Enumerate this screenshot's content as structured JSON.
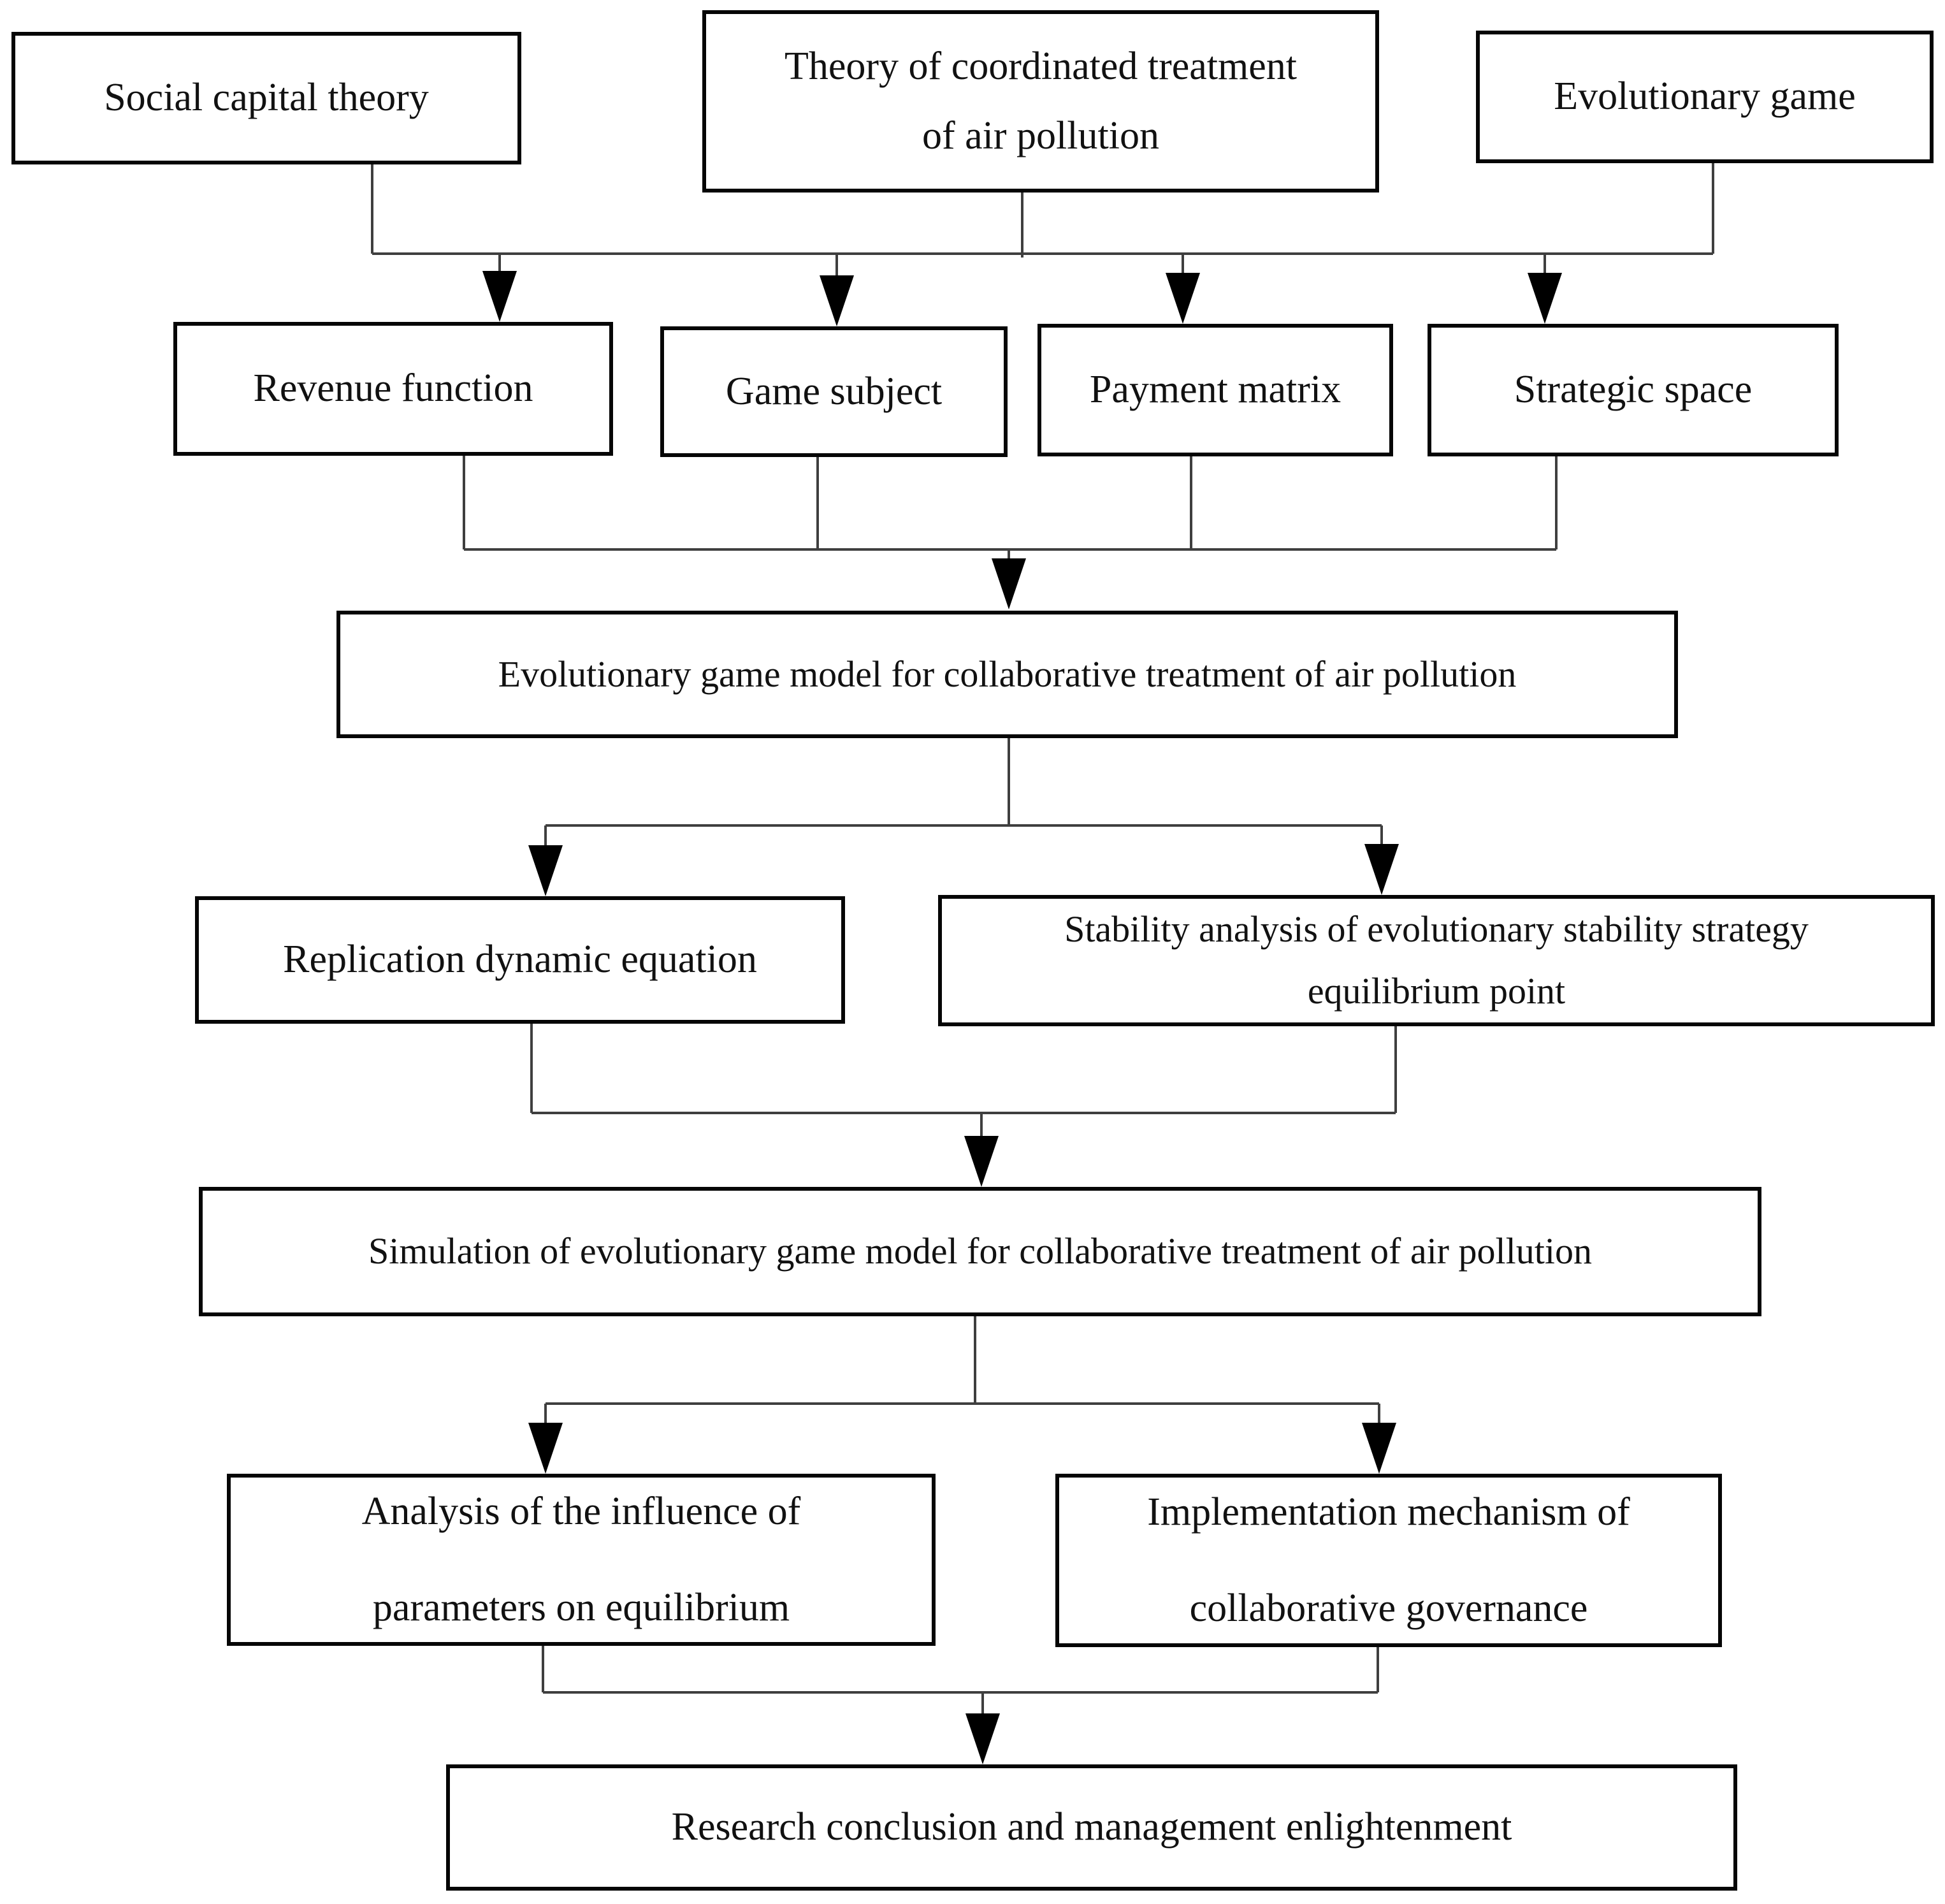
{
  "figure": {
    "type": "flowchart",
    "colors": {
      "background": "#ffffff",
      "box_border": "#050505",
      "text": "#111111",
      "connector": "#3f3f3f",
      "arrowhead": "#000000"
    },
    "nodes": {
      "social_capital": {
        "lines": [
          "Social capital theory"
        ]
      },
      "theory_coordinated": {
        "lines": [
          "Theory of coordinated treatment",
          "of air pollution"
        ]
      },
      "evolutionary_game": {
        "lines": [
          "Evolutionary game"
        ]
      },
      "revenue_function": {
        "lines": [
          "Revenue function"
        ]
      },
      "game_subject": {
        "lines": [
          "Game subject"
        ]
      },
      "payment_matrix": {
        "lines": [
          "Payment matrix"
        ]
      },
      "strategic_space": {
        "lines": [
          "Strategic space"
        ]
      },
      "evo_game_model": {
        "lines": [
          "Evolutionary game model for collaborative treatment of air pollution"
        ]
      },
      "replication_dynamic": {
        "lines": [
          "Replication dynamic equation"
        ]
      },
      "stability_analysis": {
        "lines": [
          "Stability analysis of evolutionary stability strategy",
          "equilibrium point"
        ]
      },
      "simulation": {
        "lines": [
          "Simulation of evolutionary game model for collaborative treatment of air pollution"
        ]
      },
      "analysis_params": {
        "lines": [
          "Analysis of the influence of",
          "parameters on equilibrium"
        ]
      },
      "implementation": {
        "lines": [
          "Implementation mechanism of",
          "collaborative governance"
        ]
      },
      "research_conclusion": {
        "lines": [
          "Research conclusion and management enlightenment"
        ]
      }
    }
  }
}
